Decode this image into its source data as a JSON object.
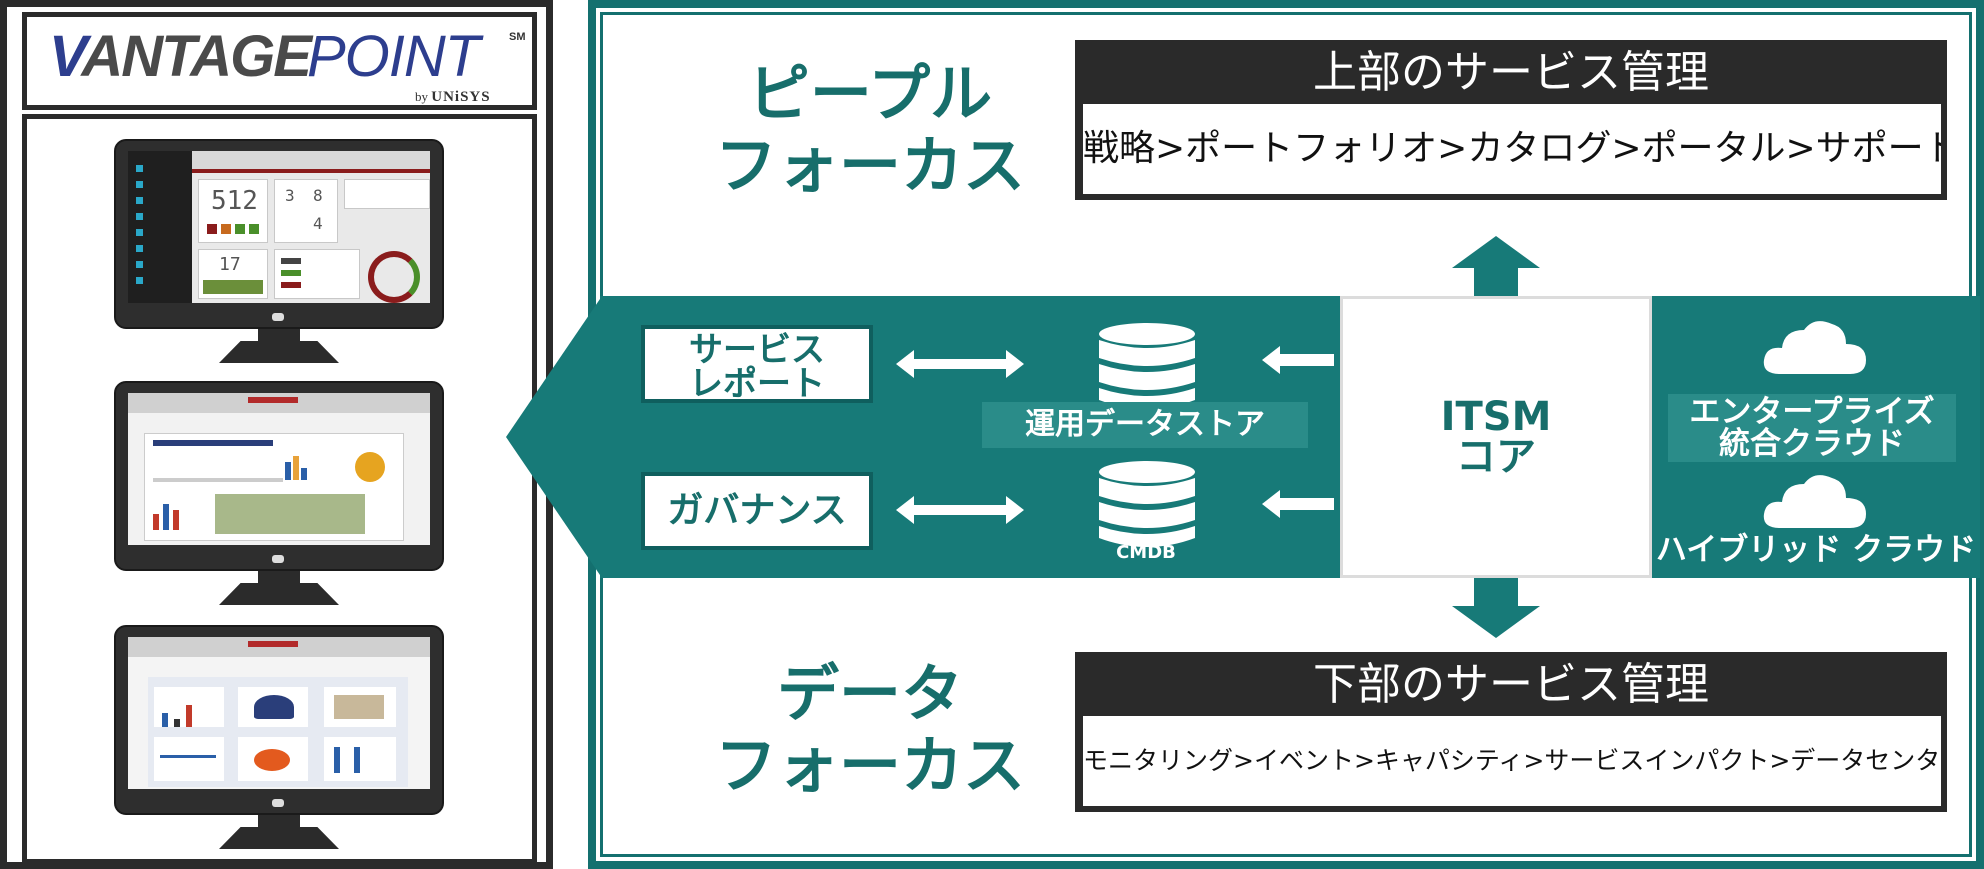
{
  "logo": {
    "brand_vantage_v": "V",
    "brand_vantage_rest": "ANTAGE",
    "brand_point": "POINT",
    "brand_sm": "SM",
    "by": "by",
    "company": "UNiSYS"
  },
  "screens": {
    "screen1_big_number": "512",
    "screen1_num_a": "3",
    "screen1_num_b": "8",
    "screen1_num_c": "4",
    "screen1_num_d": "17"
  },
  "people_focus": {
    "line1": "ピープル",
    "line2": "フォーカス"
  },
  "data_focus": {
    "line1": "データ",
    "line2": "フォーカス"
  },
  "upper_mgmt": {
    "title": "上部のサービス管理",
    "flow": "戦略>ポートフォリオ>カタログ>ポータル>サポート"
  },
  "lower_mgmt": {
    "title": "下部のサービス管理",
    "flow": "モニタリング>イベント>キャパシティ>サービスインパクト>データセンター"
  },
  "service_report": {
    "line1": "サービス",
    "line2": "レポート"
  },
  "governance": "ガバナンス",
  "ops_datastore": "運用データストア",
  "cmdb": "CMDB",
  "itsm_core": {
    "line1": "ITSM",
    "line2": "コア"
  },
  "enterprise_cloud": {
    "line1": "エンタープライズ",
    "line2": "統合クラウド"
  },
  "hybrid_cloud": "ハイブリッド クラウド",
  "colors": {
    "teal": "#177a78",
    "teal_text": "#176e6b",
    "dark_box": "#2a2a2a",
    "brand_blue": "#2d3e8e"
  }
}
